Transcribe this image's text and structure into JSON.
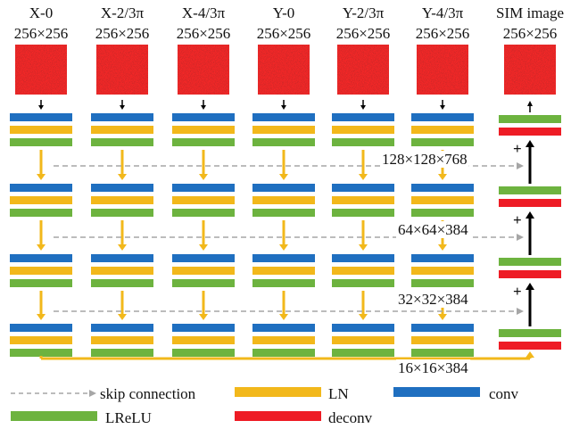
{
  "columns": [
    {
      "title": "X-0",
      "size": "256×256"
    },
    {
      "title": "X-2/3π",
      "size": "256×256"
    },
    {
      "title": "X-4/3π",
      "size": "256×256"
    },
    {
      "title": "Y-0",
      "size": "256×256"
    },
    {
      "title": "Y-2/3π",
      "size": "256×256"
    },
    {
      "title": "Y-4/3π",
      "size": "256×256"
    }
  ],
  "output": {
    "title": "SIM image",
    "size": "256×256"
  },
  "stages": [
    "128×128×768",
    "64×64×384",
    "32×32×384",
    "16×16×384"
  ],
  "plus": "+",
  "legend": {
    "skip": "skip connection",
    "ln": "LN",
    "conv": "conv",
    "lrelu": "LReLU",
    "deconv": "deconv"
  },
  "colors": {
    "conv": "#1f6fc0",
    "ln": "#f2b81b",
    "lrelu": "#6db33f",
    "deconv": "#ee1c25",
    "skip": "#a6a6a6",
    "arrow_yellow": "#f2b81b",
    "arrow_black": "#000000",
    "image_base": "#7a0d0d"
  }
}
